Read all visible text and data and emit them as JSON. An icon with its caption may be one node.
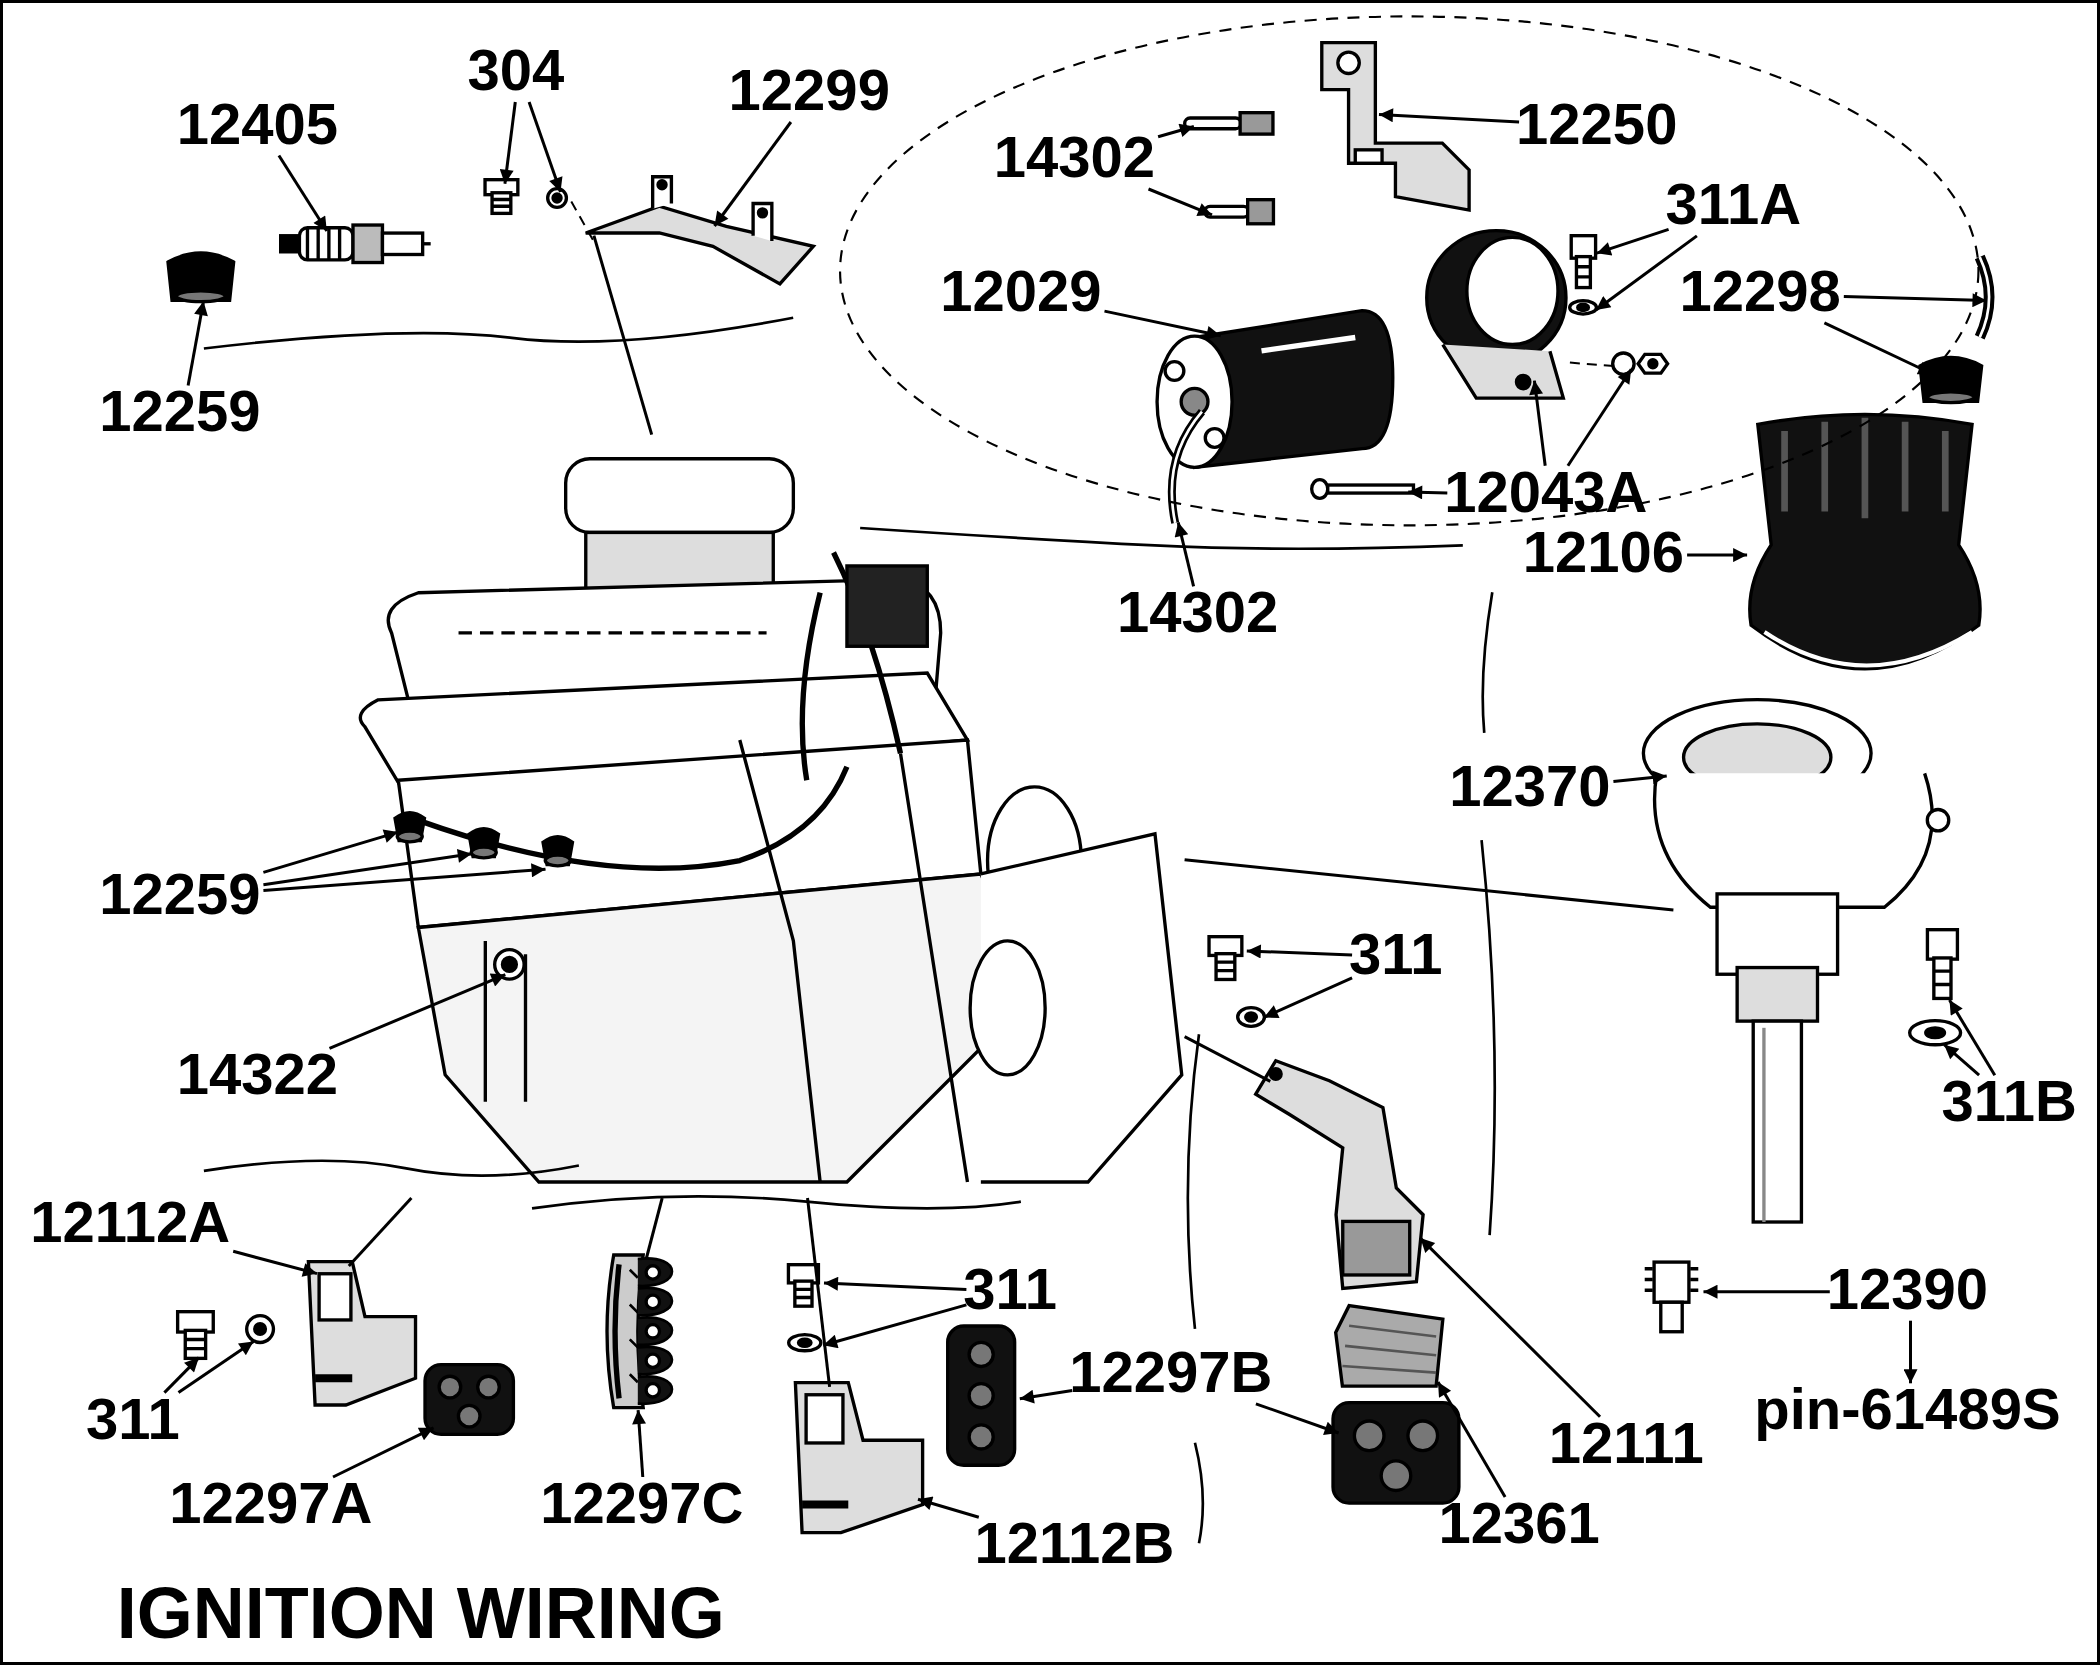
{
  "diagram": {
    "title": "IGNITION WIRING",
    "nodes": [
      {
        "text": [
          "12405"
        ]
      },
      {
        "text": [],
        "shape": "picture"
      },
      {
        "text": [
          "304"
        ]
      },
      {
        "text": [],
        "shape": "picture"
      },
      {
        "text": [],
        "shape": "picture"
      },
      {
        "text": [
          "12299"
        ]
      },
      {
        "text": [],
        "shape": "picture"
      },
      {
        "text": [
          "12259"
        ]
      },
      {
        "text": [],
        "shape": "picture"
      },
      {
        "text": [
          "14302"
        ]
      },
      {
        "text": [],
        "shape": "picture"
      },
      {
        "text": [],
        "shape": "picture"
      },
      {
        "text": [
          "12250"
        ]
      },
      {
        "text": [],
        "shape": "picture"
      },
      {
        "text": [
          "311A"
        ]
      },
      {
        "text": [],
        "shape": "picture"
      },
      {
        "text": [],
        "shape": "picture"
      },
      {
        "text": [
          "12029"
        ]
      },
      {
        "text": [],
        "shape": "picture"
      },
      {
        "text": [
          "12298"
        ]
      },
      {
        "text": [],
        "shape": "picture"
      },
      {
        "text": [],
        "shape": "picture"
      },
      {
        "text": [],
        "shape": "picture"
      },
      {
        "text": [],
        "shape": "picture"
      },
      {
        "text": [],
        "shape": "picture"
      },
      {
        "text": [
          "12043A"
        ]
      },
      {
        "text": [
          "14302"
        ]
      },
      {
        "text": [],
        "shape": "picture"
      },
      {
        "text": [
          "12106"
        ]
      },
      {
        "text": [],
        "shape": "picture"
      },
      {
        "text": [],
        "shape": "picture"
      },
      {
        "text": [],
        "shape": "picture",
        "in": 30
      },
      {
        "text": [],
        "shape": "picture",
        "in": 30
      },
      {
        "text": [],
        "shape": "picture",
        "in": 30
      },
      {
        "text": [
          "12259"
        ]
      },
      {
        "text": [],
        "shape": "picture",
        "in": 30
      },
      {
        "text": [
          "14322"
        ]
      },
      {
        "text": [
          "12370"
        ]
      },
      {
        "text": [],
        "shape": "picture"
      },
      {
        "text": [
          "311"
        ]
      },
      {
        "text": [],
        "shape": "picture"
      },
      {
        "text": [],
        "shape": "picture"
      },
      {
        "text": [
          "311B"
        ]
      },
      {
        "text": [],
        "shape": "picture"
      },
      {
        "text": [],
        "shape": "picture"
      },
      {
        "text": [],
        "shape": "picture"
      },
      {
        "text": [
          "12390"
        ]
      },
      {
        "text": [
          "pin-61489S"
        ]
      },
      {
        "text": [
          "12112A"
        ]
      },
      {
        "text": [],
        "shape": "picture"
      },
      {
        "text": [],
        "shape": "picture"
      },
      {
        "text": [],
        "shape": "picture"
      },
      {
        "text": [
          "311"
        ]
      },
      {
        "text": [],
        "shape": "picture"
      },
      {
        "text": [
          "12297A"
        ]
      },
      {
        "text": [],
        "shape": "picture"
      },
      {
        "text": [
          "12297C"
        ]
      },
      {
        "text": [
          "311"
        ]
      },
      {
        "text": [],
        "shape": "picture"
      },
      {
        "text": [],
        "shape": "picture"
      },
      {
        "text": [
          "12297B"
        ]
      },
      {
        "text": [],
        "shape": "picture"
      },
      {
        "text": [],
        "shape": "picture"
      },
      {
        "text": [
          "12112B"
        ]
      },
      {
        "text": [],
        "shape": "picture"
      },
      {
        "text": [],
        "shape": "picture"
      },
      {
        "text": [],
        "shape": "picture"
      },
      {
        "text": [
          "12111"
        ]
      },
      {
        "text": [
          "12361"
        ]
      }
    ],
    "edges": [
      {
        "from": 0,
        "to": 1,
        "arrow": "to"
      },
      {
        "from": 2,
        "to": 3,
        "arrow": "to"
      },
      {
        "from": 2,
        "to": 4,
        "arrow": "to"
      },
      {
        "from": 5,
        "to": 6,
        "arrow": "to"
      },
      {
        "from": 7,
        "to": 8,
        "arrow": "to"
      },
      {
        "from": 9,
        "to": 10,
        "arrow": "to"
      },
      {
        "from": 9,
        "to": 11,
        "arrow": "to"
      },
      {
        "from": 12,
        "to": 13,
        "arrow": "to"
      },
      {
        "from": 14,
        "to": 15,
        "arrow": "to"
      },
      {
        "from": 14,
        "to": 16,
        "arrow": "to"
      },
      {
        "from": 17,
        "to": 18,
        "arrow": "to"
      },
      {
        "from": 19,
        "to": 20,
        "arrow": "to"
      },
      {
        "from": 19,
        "to": 21,
        "arrow": "to"
      },
      {
        "from": 25,
        "to": 23,
        "arrow": "to"
      },
      {
        "from": 25,
        "to": 22,
        "arrow": "to"
      },
      {
        "from": 25,
        "to": 24,
        "arrow": "to"
      },
      {
        "from": 26,
        "to": 27,
        "arrow": "to"
      },
      {
        "from": 28,
        "to": 29,
        "arrow": "to"
      },
      {
        "from": 34,
        "to": 31,
        "arrow": "to"
      },
      {
        "from": 34,
        "to": 32,
        "arrow": "to"
      },
      {
        "from": 34,
        "to": 33,
        "arrow": "to"
      },
      {
        "from": 36,
        "to": 35,
        "arrow": "to"
      },
      {
        "from": 37,
        "to": 38,
        "arrow": "to"
      },
      {
        "from": 39,
        "to": 40,
        "arrow": "to"
      },
      {
        "from": 39,
        "to": 41,
        "arrow": "to"
      },
      {
        "from": 42,
        "to": 43,
        "arrow": "to"
      },
      {
        "from": 42,
        "to": 44,
        "arrow": "to"
      },
      {
        "from": 46,
        "to": 45,
        "arrow": "to"
      },
      {
        "from": 46,
        "to": 47,
        "arrow": "to"
      },
      {
        "from": 48,
        "to": 51,
        "arrow": "to"
      },
      {
        "from": 52,
        "to": 49,
        "arrow": "to"
      },
      {
        "from": 52,
        "to": 50,
        "arrow": "to"
      },
      {
        "from": 54,
        "to": 53,
        "arrow": "to"
      },
      {
        "from": 56,
        "to": 55,
        "arrow": "to"
      },
      {
        "from": 57,
        "to": 58,
        "arrow": "to"
      },
      {
        "from": 57,
        "to": 59,
        "arrow": "to"
      },
      {
        "from": 60,
        "to": 61,
        "arrow": "to"
      },
      {
        "from": 60,
        "to": 66,
        "arrow": "to"
      },
      {
        "from": 63,
        "to": 62,
        "arrow": "to"
      },
      {
        "from": 67,
        "to": 64,
        "arrow": "to"
      },
      {
        "from": 68,
        "to": 65,
        "arrow": "to"
      },
      {
        "from": 6,
        "to": 30,
        "arrow": "none"
      },
      {
        "from": 22,
        "to": 24,
        "arrow": "none",
        "style": "dashed"
      },
      {
        "from": 51,
        "to": 30,
        "arrow": "none"
      },
      {
        "from": 55,
        "to": 30,
        "arrow": "none"
      },
      {
        "from": 62,
        "to": 30,
        "arrow": "none"
      },
      {
        "from": 64,
        "to": 30,
        "arrow": "none"
      },
      {
        "from": 38,
        "to": 30,
        "arrow": "none"
      },
      {
        "from": 4,
        "to": 6,
        "arrow": "none",
        "style": "dashed"
      }
    ]
  }
}
